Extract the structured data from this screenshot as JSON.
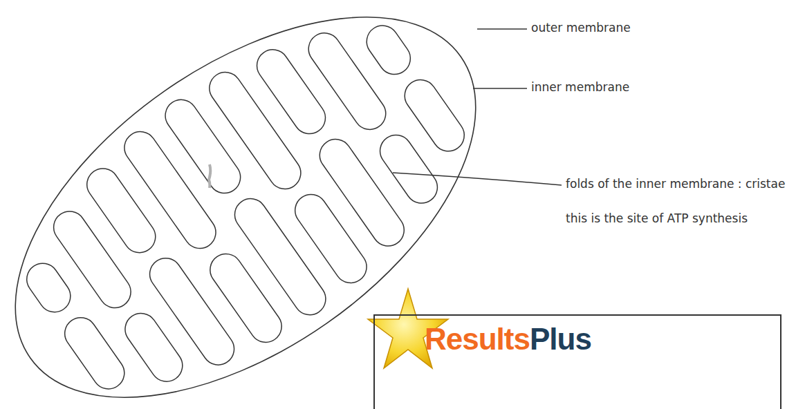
{
  "diagram": {
    "nodes": [
      {
        "text": [
          "Results",
          "Plus"
        ]
      }
    ],
    "labels": [
      "outer membrane",
      "inner membrane",
      "folds of the inner membrane : cristae",
      "this is the site of ATP synthesis"
    ]
  }
}
